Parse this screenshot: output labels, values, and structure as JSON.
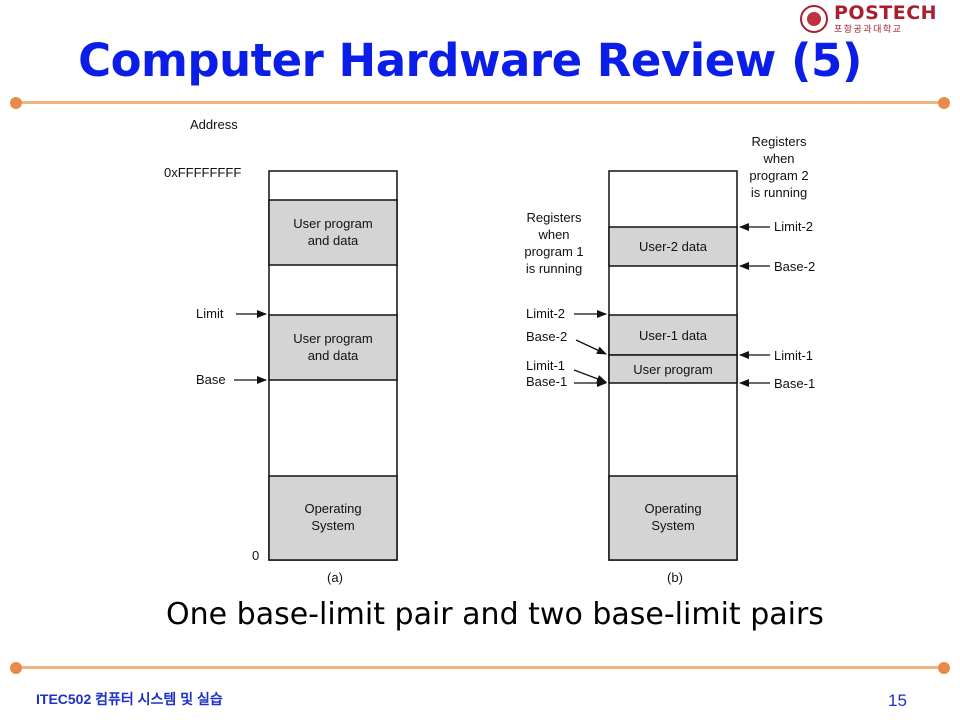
{
  "title": "Computer Hardware Review (5)",
  "logo": {
    "name": "POSTECH",
    "subtitle": "포항공과대학교"
  },
  "diagram": {
    "a": {
      "label": "(a)",
      "address_label": "Address",
      "top_address": "0xFFFFFFFF",
      "bottom_address": "0",
      "blocks": [
        "User program\nand data",
        "User program\nand data",
        "Operating\nSystem"
      ],
      "pointers": [
        "Limit",
        "Base"
      ]
    },
    "b": {
      "label": "(b)",
      "registers_prog2": "Registers\nwhen\nprogram 2\nis running",
      "registers_prog1": "Registers\nwhen\nprogram 1\nis running",
      "blocks": [
        "User-2 data",
        "User-1 data",
        "User program",
        "Operating\nSystem"
      ],
      "right_pointers": [
        "Limit-2",
        "Base-2",
        "Limit-1",
        "Base-1"
      ],
      "left_pointers": [
        "Limit-2",
        "Base-2",
        "Limit-1",
        "Base-1"
      ]
    },
    "colors": {
      "block_fill": "#d4d4d4",
      "line": "#111111"
    }
  },
  "caption": "One base-limit pair and two base-limit pairs",
  "footer": {
    "course": "ITEC502 컴퓨터 시스템 및 실습",
    "page": "15"
  },
  "colors": {
    "title": "#0b1ee8",
    "rule": "#f0b47c",
    "rule_dot": "#ea8a4a",
    "footer": "#1c31c7"
  }
}
